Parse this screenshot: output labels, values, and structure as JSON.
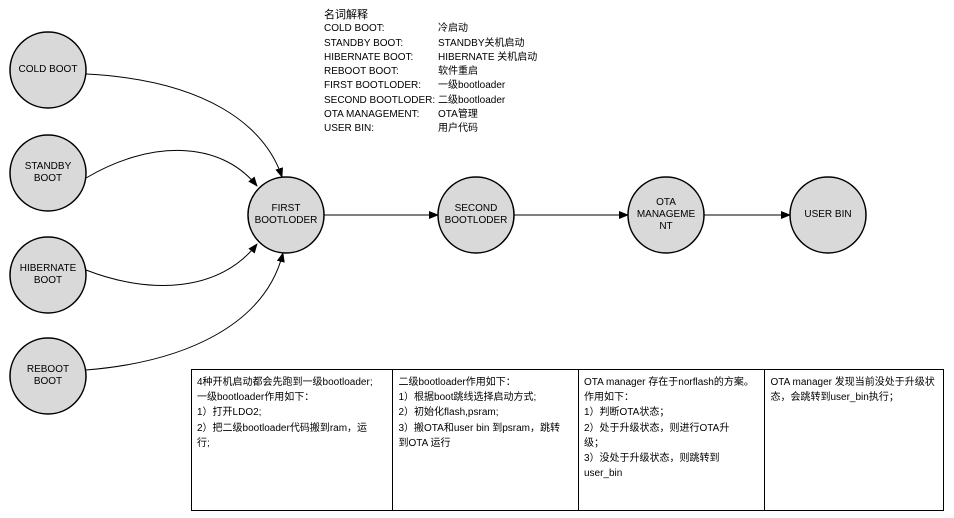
{
  "diagram": {
    "nodes": [
      {
        "id": "cold_boot",
        "lines": [
          "COLD BOOT"
        ]
      },
      {
        "id": "standby_boot",
        "lines": [
          "STANDBY",
          "BOOT"
        ]
      },
      {
        "id": "hibernate_boot",
        "lines": [
          "HIBERNATE",
          "BOOT"
        ]
      },
      {
        "id": "reboot_boot",
        "lines": [
          "REBOOT",
          "BOOT"
        ]
      },
      {
        "id": "first_bootloder",
        "lines": [
          "FIRST",
          "BOOTLODER"
        ]
      },
      {
        "id": "second_bootloder",
        "lines": [
          "SECOND",
          "BOOTLODER"
        ]
      },
      {
        "id": "ota_management",
        "lines": [
          "OTA",
          "MANAGEME",
          "NT"
        ]
      },
      {
        "id": "user_bin",
        "lines": [
          "USER BIN"
        ]
      }
    ],
    "edges": [
      {
        "from": "cold_boot",
        "to": "first_bootloder"
      },
      {
        "from": "standby_boot",
        "to": "first_bootloder"
      },
      {
        "from": "hibernate_boot",
        "to": "first_bootloder"
      },
      {
        "from": "reboot_boot",
        "to": "first_bootloder"
      },
      {
        "from": "first_bootloder",
        "to": "second_bootloder"
      },
      {
        "from": "second_bootloder",
        "to": "ota_management"
      },
      {
        "from": "ota_management",
        "to": "user_bin"
      }
    ],
    "colors": {
      "node_fill": "#d9d9d9",
      "stroke": "#000000"
    }
  },
  "glossary": {
    "title": "名词解释",
    "rows": [
      {
        "term": "COLD BOOT:",
        "def": "冷启动"
      },
      {
        "term": "STANDBY BOOT:",
        "def": "STANDBY关机启动"
      },
      {
        "term": "HIBERNATE BOOT:",
        "def": "HIBERNATE 关机启动"
      },
      {
        "term": "REBOOT BOOT:",
        "def": "软件重启"
      },
      {
        "term": "FIRST BOOTLODER:",
        "def": "一级bootloader"
      },
      {
        "term": "SECOND BOOTLODER:",
        "def": "二级bootloader"
      },
      {
        "term": "OTA MANAGEMENT:",
        "def": "OTA管理"
      },
      {
        "term": "USER BIN:",
        "def": "用户代码"
      }
    ]
  },
  "notes": [
    {
      "lines": [
        "4种开机启动都会先跑到一级bootloader;",
        "一级bootloader作用如下：",
        "1）打开LDO2;",
        "2）把二级bootloader代码搬到ram，运",
        "行;"
      ]
    },
    {
      "lines": [
        "二级bootloader作用如下：",
        "1）根据boot跳线选择启动方式;",
        "2）初始化flash,psram;",
        "3）搬OTA和user bin 到psram，跳转",
        "到OTA 运行"
      ]
    },
    {
      "lines": [
        "OTA manager 存在于norflash的方案。",
        "作用如下：",
        "1）判断OTA状态；",
        "2）处于升级状态，则进行OTA升",
        "级；",
        "3）没处于升级状态，则跳转到",
        "user_bin"
      ]
    },
    {
      "lines": [
        "OTA manager 发现当前没处于升级状",
        "态，会跳转到user_bin执行；"
      ]
    }
  ]
}
